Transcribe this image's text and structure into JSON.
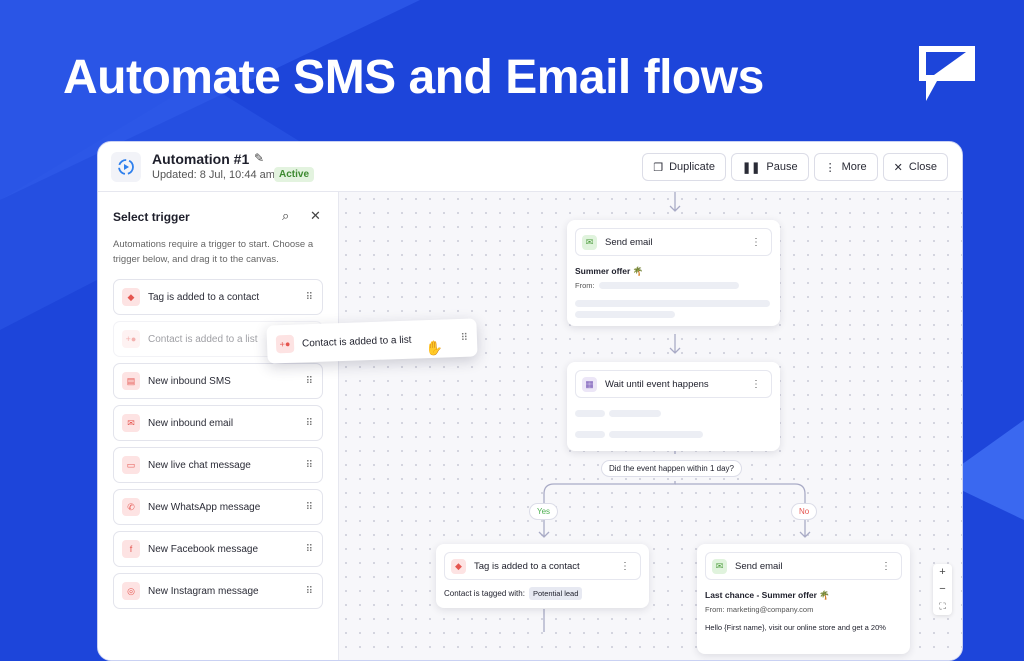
{
  "headline": "Automate SMS and Email flows",
  "header": {
    "title": "Automation #1",
    "updated": "Updated: 8 Jul, 10:44 am",
    "status": "Active",
    "status_color": "#3d8a30",
    "buttons": [
      {
        "label": "Duplicate",
        "icon": "copy-icon"
      },
      {
        "label": "Pause",
        "icon": "pause-icon"
      },
      {
        "label": "More",
        "icon": "more-vertical-icon"
      },
      {
        "label": "Close",
        "icon": "close-icon"
      }
    ]
  },
  "sidebar": {
    "title": "Select trigger",
    "description": "Automations require a trigger to start. Choose a trigger below, and drag it to the canvas.",
    "items": [
      {
        "label": "Tag is added to a contact",
        "icon": "tag-icon"
      },
      {
        "label": "Contact is added to a list",
        "icon": "user-plus-icon"
      },
      {
        "label": "New inbound SMS",
        "icon": "sms-icon"
      },
      {
        "label": "New inbound email",
        "icon": "email-icon"
      },
      {
        "label": "New live chat message",
        "icon": "chat-icon"
      },
      {
        "label": "New WhatsApp message",
        "icon": "whatsapp-icon"
      },
      {
        "label": "New Facebook message",
        "icon": "facebook-icon"
      },
      {
        "label": "New Instagram message",
        "icon": "instagram-icon"
      }
    ],
    "dragging": "Contact is added to a list"
  },
  "canvas": {
    "send_email_1": {
      "title": "Send email",
      "subject": "Summer offer 🌴",
      "from_label": "From:"
    },
    "wait": {
      "title": "Wait until event happens"
    },
    "condition": "Did the event happen within 1 day?",
    "yes": "Yes",
    "no": "No",
    "yes_color": "#4caf50",
    "no_color": "#e5554f",
    "tag_node": {
      "title": "Tag is added to a contact",
      "label": "Contact is tagged with:",
      "tag": "Potential lead"
    },
    "send_email_2": {
      "title": "Send email",
      "subject": "Last chance - Summer offer 🌴",
      "from": "From: marketing@company.com",
      "body": "Hello {First name}, visit our online store and get a 20%"
    },
    "zoom": {
      "in": "+",
      "out": "−",
      "fit": "⛶"
    }
  }
}
